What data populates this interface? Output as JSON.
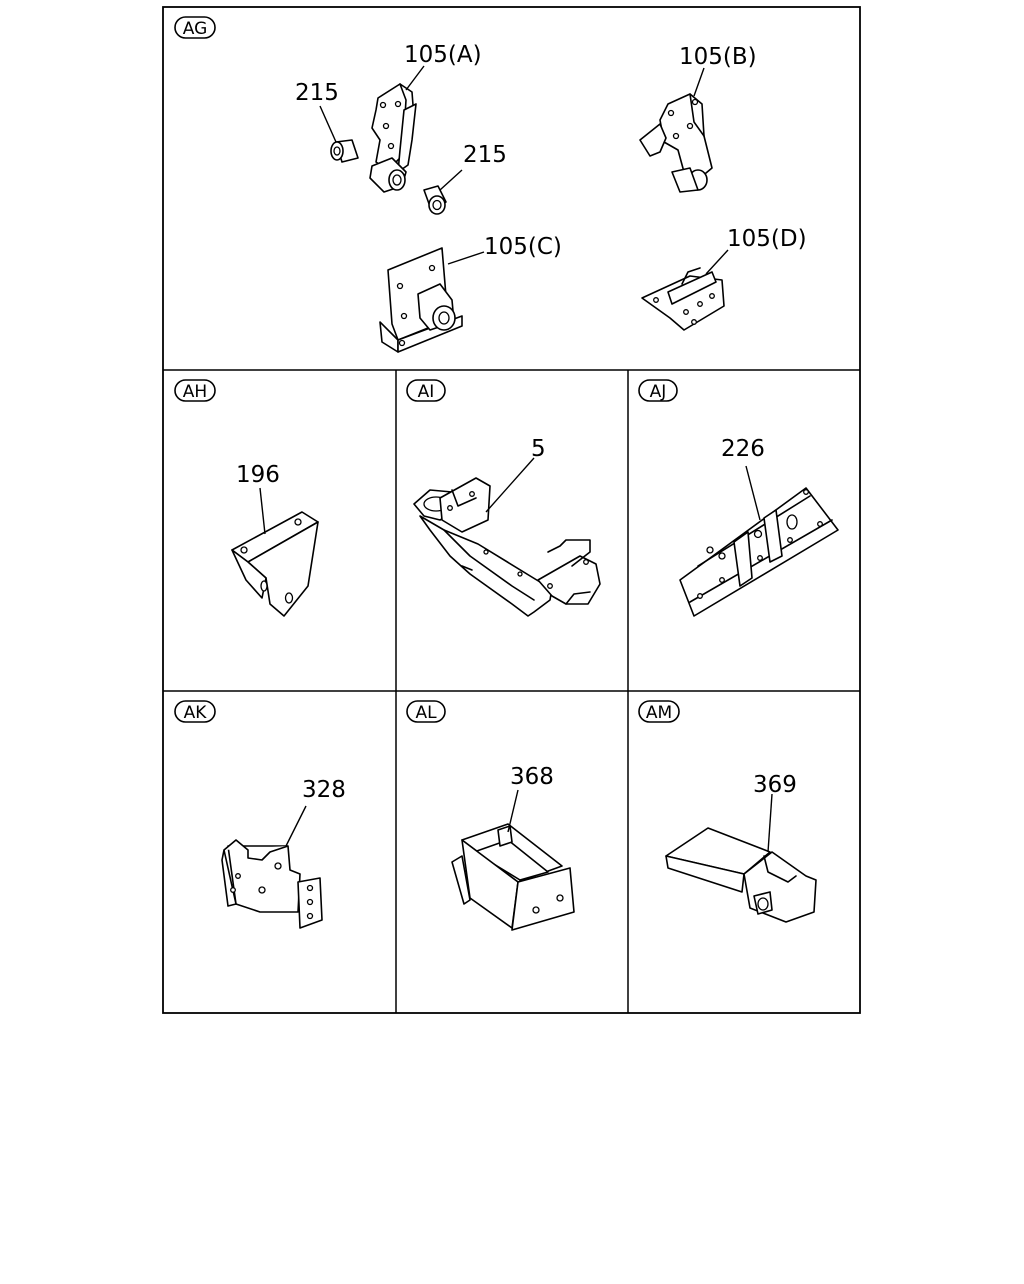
{
  "panels": [
    {
      "id": "ag",
      "tag": "AG",
      "parts": [
        {
          "key": "p105a",
          "label": "105(A)"
        },
        {
          "key": "p105b",
          "label": "105(B)"
        },
        {
          "key": "p105c",
          "label": "105(C)"
        },
        {
          "key": "p105d",
          "label": "105(D)"
        },
        {
          "key": "p215a",
          "label": "215"
        },
        {
          "key": "p215b",
          "label": "215"
        }
      ]
    },
    {
      "id": "ah",
      "tag": "AH",
      "parts": [
        {
          "key": "p196",
          "label": "196"
        }
      ]
    },
    {
      "id": "ai",
      "tag": "AI",
      "parts": [
        {
          "key": "p5",
          "label": "5"
        }
      ]
    },
    {
      "id": "aj",
      "tag": "AJ",
      "parts": [
        {
          "key": "p226",
          "label": "226"
        }
      ]
    },
    {
      "id": "ak",
      "tag": "AK",
      "parts": [
        {
          "key": "p328",
          "label": "328"
        }
      ]
    },
    {
      "id": "al",
      "tag": "AL",
      "parts": [
        {
          "key": "p368",
          "label": "368"
        }
      ]
    },
    {
      "id": "am",
      "tag": "AM",
      "parts": [
        {
          "key": "p369",
          "label": "369"
        }
      ]
    }
  ]
}
